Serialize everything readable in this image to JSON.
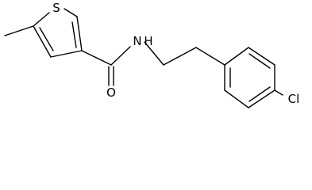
{
  "molecule": {
    "atoms": {
      "sulfur": "S",
      "oxygen": "O",
      "amide_nitrogen": "N",
      "amide_hydrogen": "H",
      "chlorine": "Cl"
    }
  }
}
